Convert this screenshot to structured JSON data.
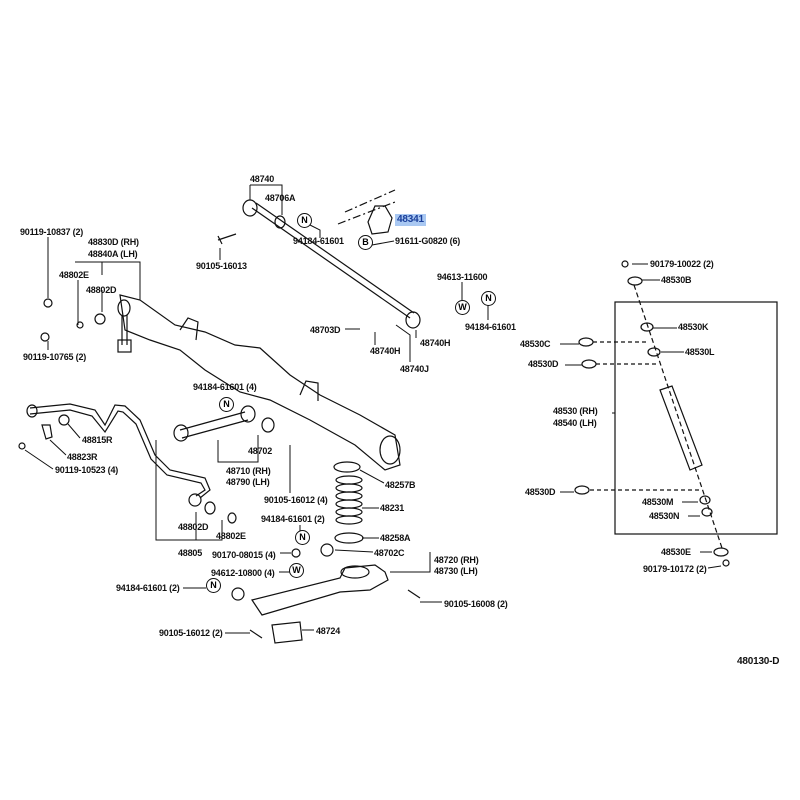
{
  "diagram_id": "480130-D",
  "highlight_color": "#a9c8f2",
  "labels": [
    "48740",
    "48706A",
    "94184-61601",
    "48341",
    "91611-G0820 (6)",
    "90105-16013",
    "90119-10837 (2)",
    "48830D (RH)",
    "48840A (LH)",
    "48802E",
    "48802D",
    "90119-10765 (2)",
    "94613-11600",
    "94184-61601",
    "48703D",
    "48740H",
    "48740H",
    "48740J",
    "94184-61601 (4)",
    "48815R",
    "48823R",
    "90119-10523 (4)",
    "48702",
    "48710 (RH)",
    "48790 (LH)",
    "48257B",
    "90105-16012 (4)",
    "48231",
    "94184-61601 (2)",
    "48258A",
    "48802D",
    "48802E",
    "48805",
    "90170-08015 (4)",
    "48702C",
    "48720 (RH)",
    "48730 (LH)",
    "94612-10800 (4)",
    "94184-61601 (2)",
    "90105-16008 (2)",
    "90105-16012 (2)",
    "48724",
    "90179-10022 (2)",
    "48530B",
    "48530K",
    "48530C",
    "48530L",
    "48530D",
    "48530 (RH)",
    "48540 (LH)",
    "48530D",
    "48530M",
    "48530N",
    "48530E",
    "90179-10172 (2)",
    "480130-D"
  ],
  "symbols": {
    "N": "N",
    "W": "W",
    "B": "B"
  }
}
